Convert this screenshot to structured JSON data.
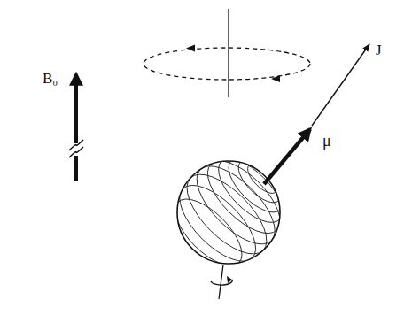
{
  "diagram": {
    "labels": [
      "B₀",
      "J",
      "μ"
    ]
  }
}
